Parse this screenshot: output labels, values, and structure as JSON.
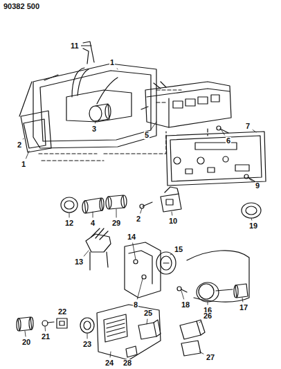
{
  "diagram": {
    "labels": [
      "90382 500",
      "11",
      "1",
      "1",
      "3",
      "2",
      "5",
      "6",
      "7",
      "9",
      "12",
      "4",
      "29",
      "2",
      "10",
      "19",
      "14",
      "15",
      "13",
      "8",
      "18",
      "16",
      "17",
      "20",
      "21",
      "22",
      "23",
      "24",
      "25",
      "26",
      "27",
      "28"
    ]
  }
}
